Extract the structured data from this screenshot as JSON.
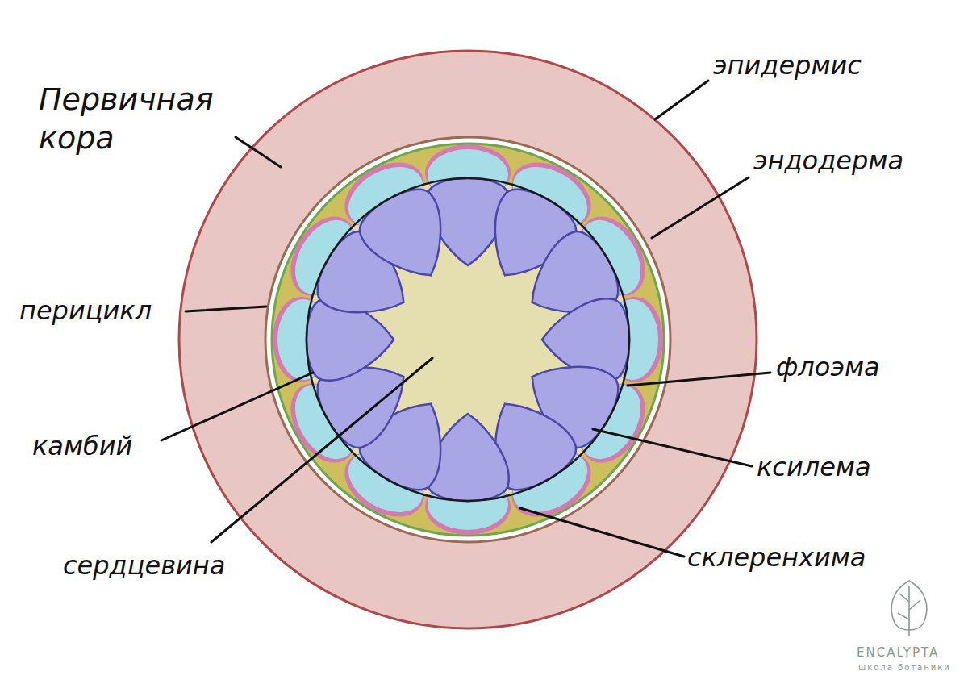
{
  "diagram": {
    "labels": [
      "Первичная кора",
      "эпидермис",
      "эндодерма",
      "перицикл",
      "флоэма",
      "камбий",
      "ксилема",
      "сердцевина",
      "склеренхима",
      "ENCALYPTA",
      "школа ботаники"
    ]
  }
}
